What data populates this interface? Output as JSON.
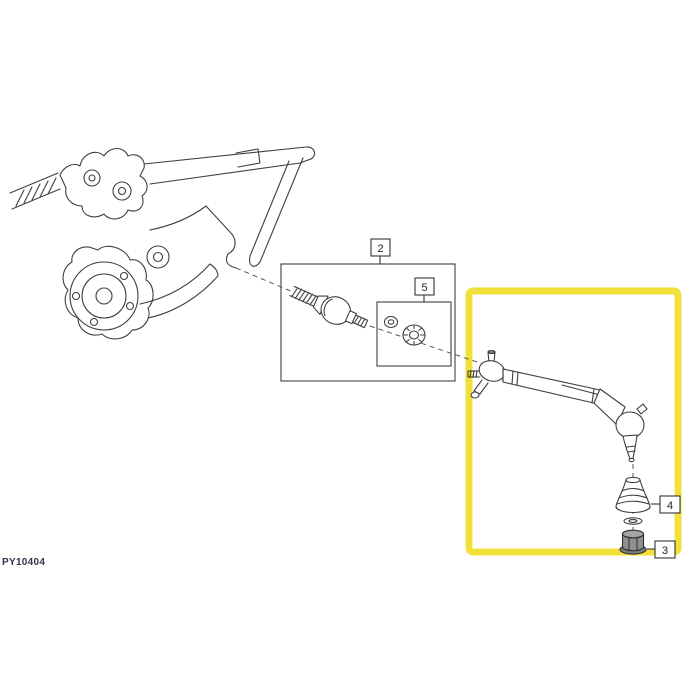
{
  "diagram": {
    "callouts": {
      "c2": "2",
      "c3": "3",
      "c4": "4",
      "c5": "5"
    },
    "watermark": "PY10404",
    "colors": {
      "highlight_yellow": "#F2E03A",
      "line_gray": "#3f3f3f"
    }
  }
}
